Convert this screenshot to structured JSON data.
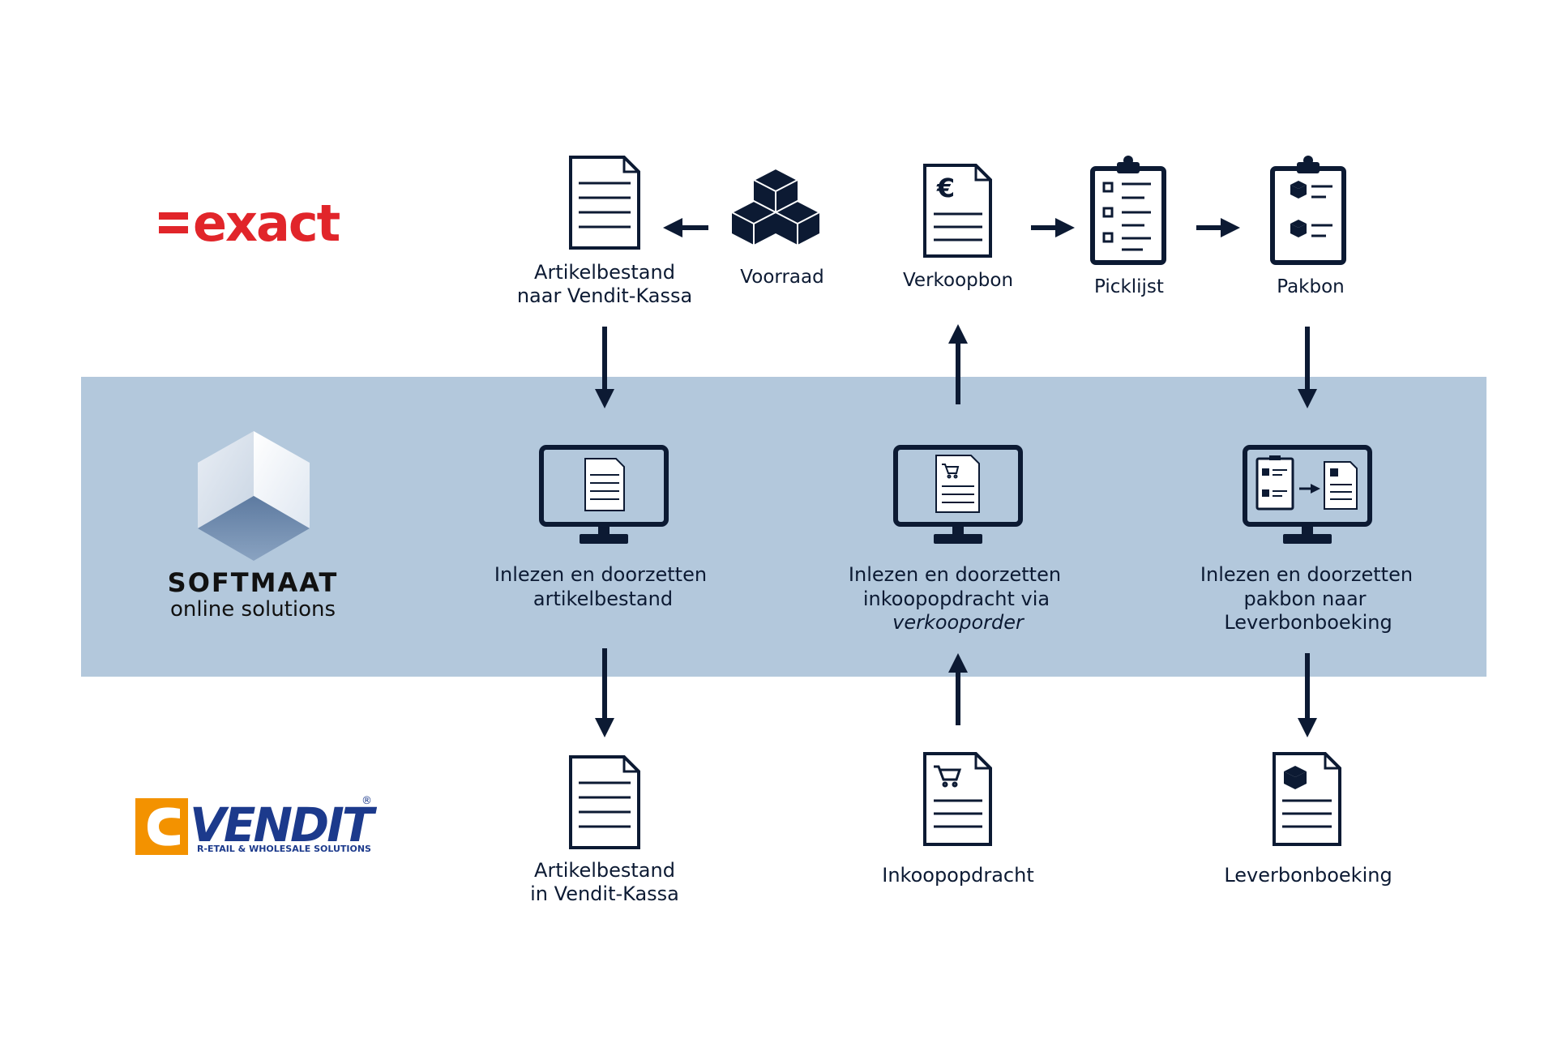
{
  "brands": {
    "exact": "exact",
    "softmaat_name": "SOFTMAAT",
    "softmaat_tagline": "online solutions",
    "vendit_name": "VENDIT",
    "vendit_tagline": "R-ETAIL & WHOLESALE SOLUTIONS",
    "vendit_mark": "®"
  },
  "exact_row": {
    "artikelbestand_line1": "Artikelbestand",
    "artikelbestand_line2": "naar Vendit-Kassa",
    "voorraad": "Voorraad",
    "verkoopbon": "Verkoopbon",
    "picklijst": "Picklijst",
    "pakbon": "Pakbon"
  },
  "softmaat_row": {
    "step1_line1": "Inlezen en doorzetten",
    "step1_line2": "artikelbestand",
    "step2_line1": "Inlezen en doorzetten",
    "step2_line2": "inkoopopdracht via",
    "step2_line3": "verkooporder",
    "step3_line1": "Inlezen en doorzetten",
    "step3_line2": "pakbon naar",
    "step3_line3": "Leverbonboeking"
  },
  "vendit_row": {
    "artikelbestand_line1": "Artikelbestand",
    "artikelbestand_line2": "in Vendit-Kassa",
    "inkoopopdracht": "Inkoopopdracht",
    "leverbonboeking": "Leverbonboeking"
  },
  "colors": {
    "ink": "#0c1a33",
    "band": "#b3c8dc",
    "exact_red": "#e1252a",
    "vendit_orange": "#f39200",
    "vendit_blue": "#1c3a8c"
  }
}
